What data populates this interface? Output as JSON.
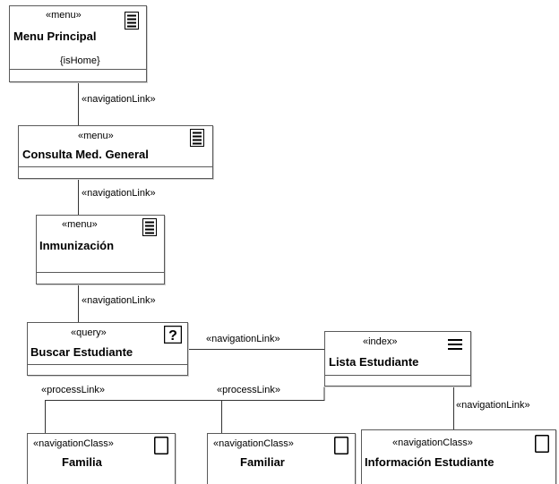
{
  "nodes": {
    "menu_principal": {
      "stereotype": "«menu»",
      "name": "Menu Principal",
      "tag": "{isHome}",
      "icon": "menu-list-icon"
    },
    "consulta": {
      "stereotype": "«menu»",
      "name": "Consulta Med. General",
      "icon": "menu-list-icon"
    },
    "inmunizacion": {
      "stereotype": "«menu»",
      "name": "Inmunización",
      "icon": "menu-list-icon"
    },
    "buscar": {
      "stereotype": "«query»",
      "name": "Buscar Estudiante",
      "icon": "question-box-icon"
    },
    "lista": {
      "stereotype": "«index»",
      "name": "Lista Estudiante",
      "icon": "index-lines-icon"
    },
    "familia": {
      "stereotype": "«navigationClass»",
      "name": "Familia",
      "icon": "page-icon"
    },
    "familiar": {
      "stereotype": "«navigationClass»",
      "name": "Familiar",
      "icon": "page-icon"
    },
    "info": {
      "stereotype": "«navigationClass»",
      "name": "Información Estudiante",
      "icon": "page-icon"
    }
  },
  "edges": {
    "nav1": "«navigationLink»",
    "nav2": "«navigationLink»",
    "nav3": "«navigationLink»",
    "nav4": "«navigationLink»",
    "nav5": "«navigationLink»",
    "proc1": "«processLink»",
    "proc2": "«processLink»"
  }
}
